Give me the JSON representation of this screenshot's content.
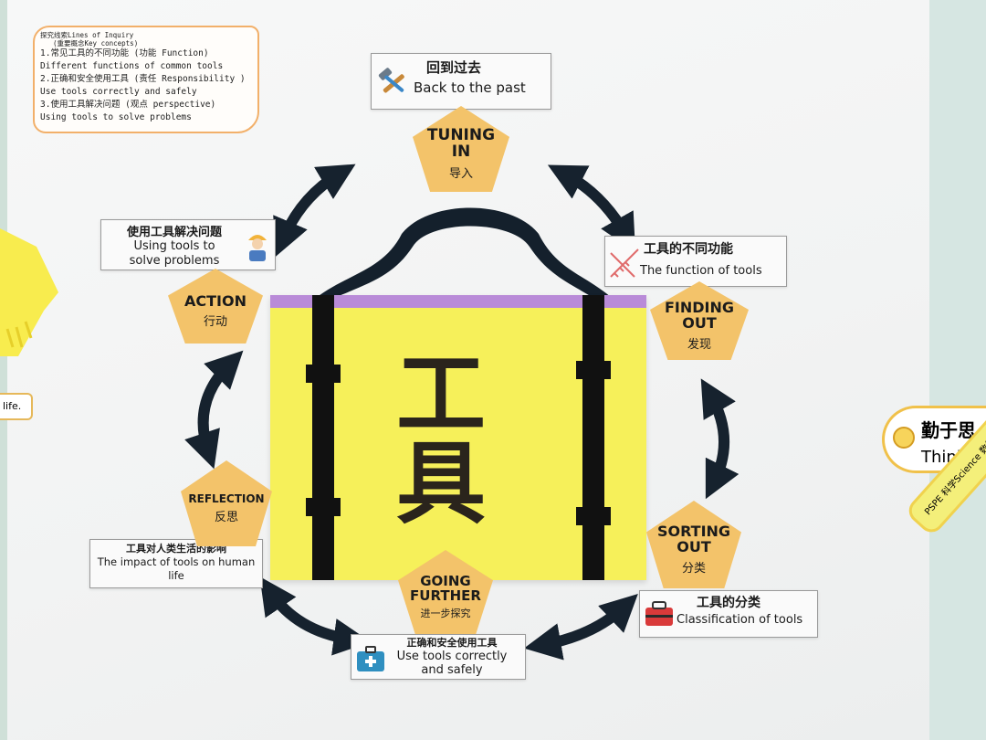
{
  "inquiry": {
    "header": "探究线索Lines of Inquiry",
    "subheader": "(重要概念Key concepts)",
    "lines": [
      "1.常见工具的不同功能 (功能 Function)",
      "Different functions of common tools",
      "2.正确和安全使用工具 (责任 Responsibility )",
      "Use tools correctly and safely",
      "3.使用工具解决问题 (观点 perspective)",
      "Using tools to solve problems"
    ]
  },
  "main_title": "工具",
  "cards": {
    "past": {
      "cn": "回到过去",
      "en": "Back to the past"
    },
    "function": {
      "cn": "工具的不同功能",
      "en": "The function of tools"
    },
    "solve": {
      "cn": "使用工具解决问题",
      "en": "Using tools to\nsolve problems"
    },
    "impact": {
      "cn": "工具对人类生活的影响",
      "en": "The impact of tools on human\nlife"
    },
    "classify": {
      "cn": "工具的分类",
      "en": "Classification of tools"
    },
    "safe": {
      "cn": "正确和安全使用工具",
      "en": "Use tools correctly\nand safely"
    }
  },
  "stages": {
    "tuning": {
      "en": "TUNING\nIN",
      "zh": "导入"
    },
    "finding": {
      "en": "FINDING\nOUT",
      "zh": "发现"
    },
    "sorting": {
      "en": "SORTING\nOUT",
      "zh": "分类"
    },
    "going": {
      "en": "GOING\nFURTHER",
      "zh": "进一步探究"
    },
    "reflection": {
      "en": "REFLECTION",
      "zh": "反思"
    },
    "action": {
      "en": "ACTION",
      "zh": "行动"
    }
  },
  "edge": {
    "life_tag": "life.",
    "thinker_cn": "勤于思",
    "thinker_en": "Thinker",
    "sash_text": "PSPE  科学Science  数学Math"
  },
  "icons": {
    "past": "hammer-wrench-icon",
    "function": "ruler-pencil-icon",
    "solve": "worker-icon",
    "classify": "toolbox-icon",
    "safe": "first-aid-kit-icon"
  },
  "colors": {
    "pentagon": "#f3c36a",
    "bag": "#f6f05a",
    "bag_trim": "#b98bd8",
    "strap": "#111111"
  }
}
